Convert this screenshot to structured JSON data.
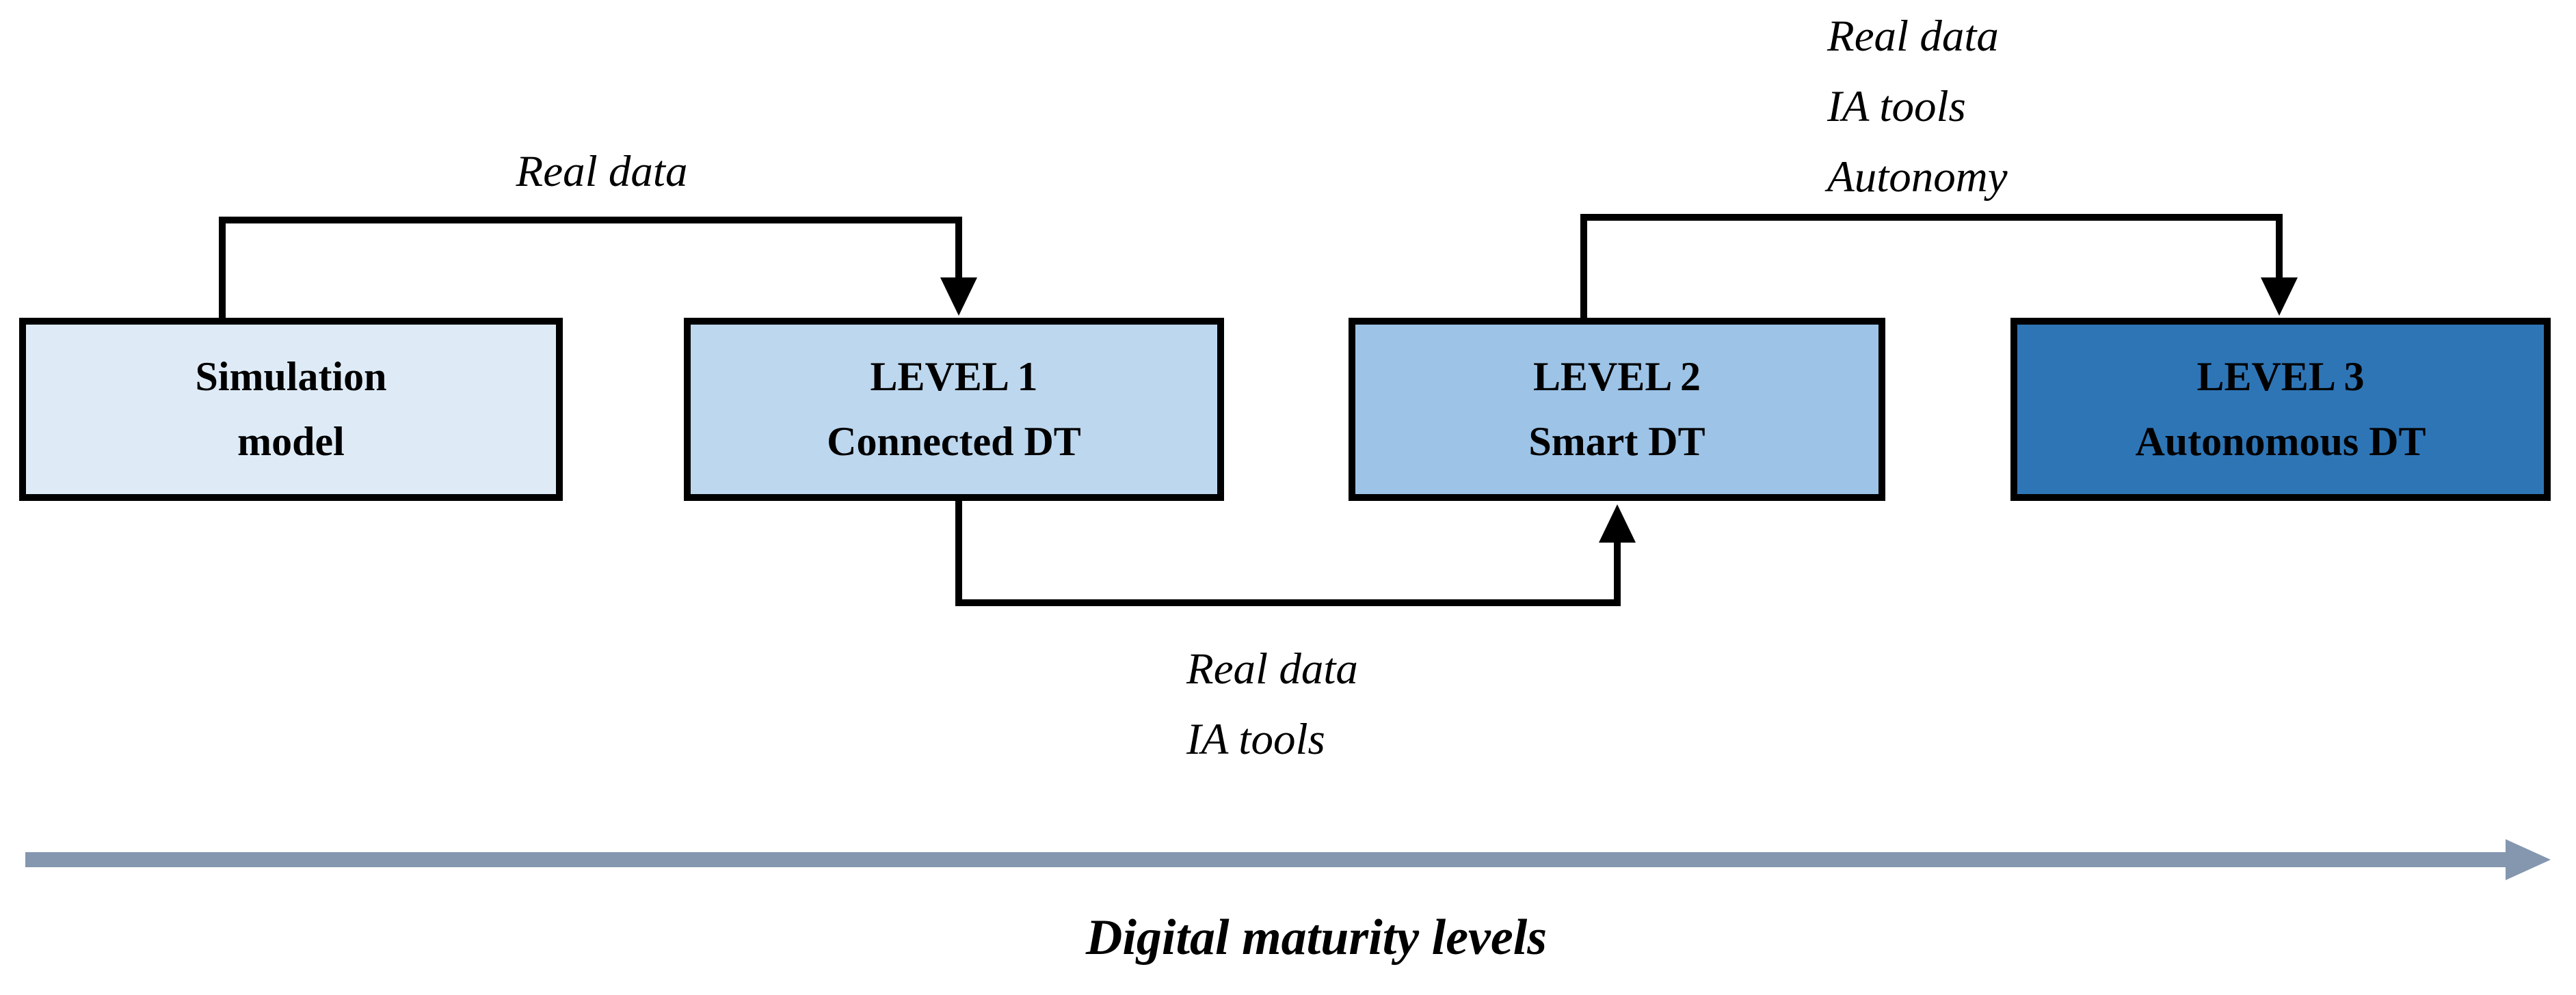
{
  "diagram": {
    "boxes": [
      {
        "line1": "Simulation",
        "line2": "model",
        "fill": "#DEEBF7"
      },
      {
        "line1": "LEVEL 1",
        "line2": "Connected DT",
        "fill": "#BDD7EE"
      },
      {
        "line1": "LEVEL 2",
        "line2": "Smart DT",
        "fill": "#9DC3E6"
      },
      {
        "line1": "LEVEL 3",
        "line2": "Autonomous DT",
        "fill": "#2E75B6"
      }
    ],
    "connector_labels": {
      "sim_to_l1": [
        "Real data"
      ],
      "l1_to_l2": [
        "Real data",
        "IA tools"
      ],
      "l2_to_l3": [
        "Real data",
        "IA tools",
        "Autonomy"
      ]
    },
    "axis": {
      "label": "Digital maturity levels",
      "color": "#8497AF"
    },
    "line_color": "#000000"
  }
}
